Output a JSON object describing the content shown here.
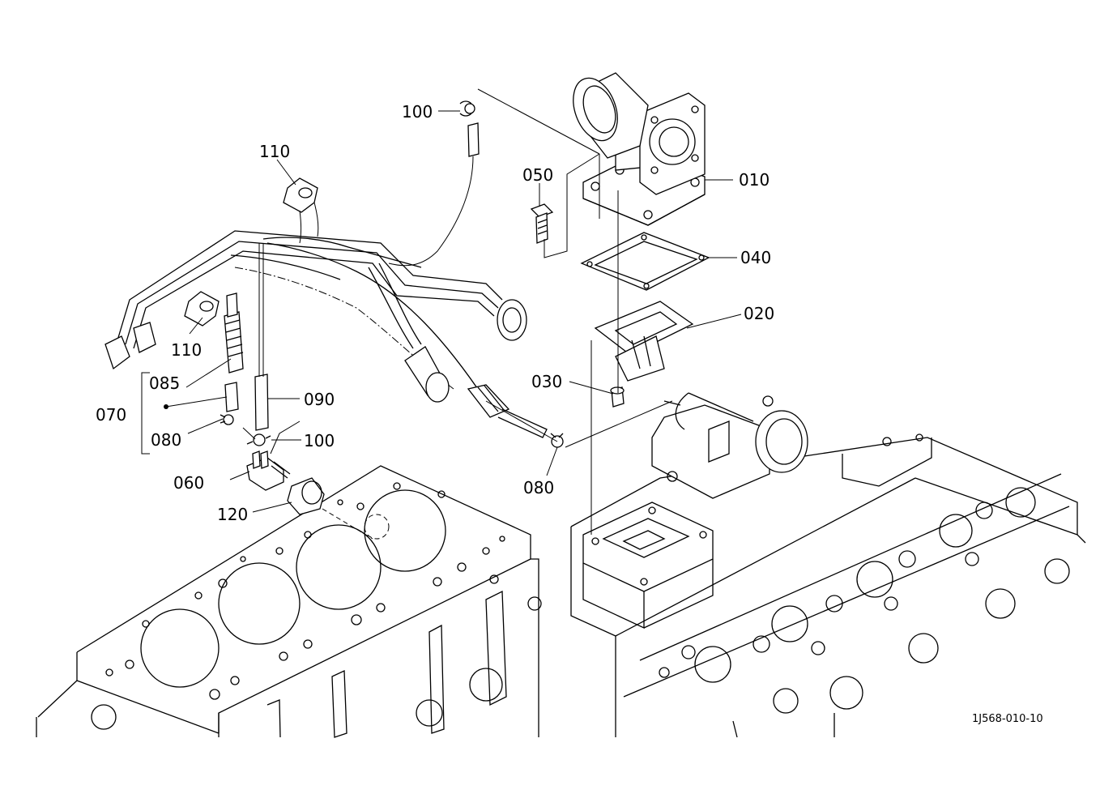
{
  "diagram": {
    "figure_code": "1J568-010-10",
    "labels": {
      "p010": "010",
      "p020": "020",
      "p030": "030",
      "p040": "040",
      "p050": "050",
      "p060": "060",
      "p070": "070",
      "p080a": "080",
      "p080b": "080",
      "p085": "085",
      "p090": "090",
      "p100a": "100",
      "p100b": "100",
      "p110a": "110",
      "p110b": "110",
      "p120": "120"
    }
  }
}
